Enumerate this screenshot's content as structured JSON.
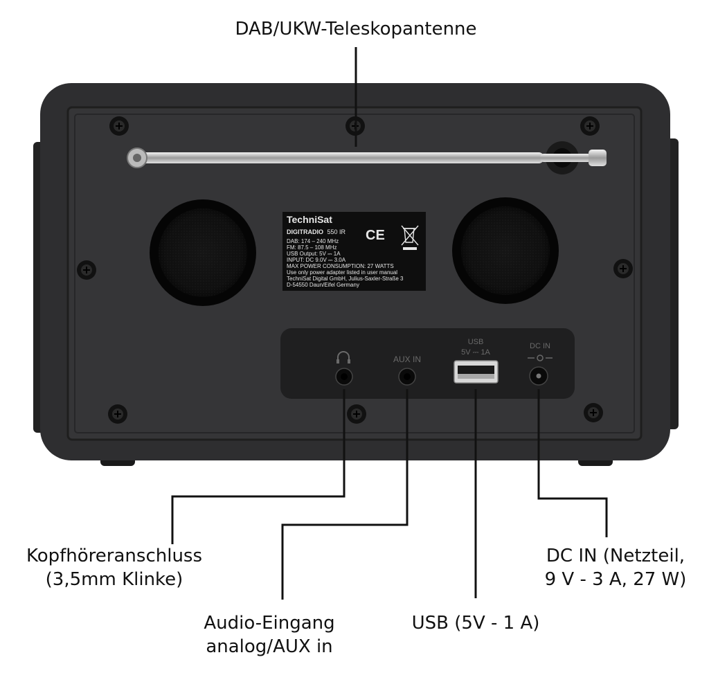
{
  "callouts": {
    "antenna": "DAB/UKW-Teleskopantenne",
    "headphone": {
      "line1": "Kopfhöreranschluss",
      "line2": "(3,5mm Klinke)"
    },
    "aux": {
      "line1": "Audio-Eingang",
      "line2": "analog/AUX in"
    },
    "usb": "USB (5V - 1 A)",
    "dcin": {
      "line1": "DC IN (Netzteil,",
      "line2": "9 V - 3 A, 27 W)"
    }
  },
  "rating_label": {
    "brand": "TechniSat",
    "model_bold": "DIGITRADIO",
    "model_rest": "550 IR",
    "lines": [
      "DAB: 174 – 240 MHz",
      "FM: 87.5 – 108 MHz",
      "USB Output: 5V ⎓ 1A",
      "INPUT: DC 9.0V ⎓ 3.0A",
      "MAX POWER CONSUMPTION: 27 WATTS",
      "Use only power adapter listed in user manual",
      "TechniSat Digital GmbH, Julius-Saxler-Straße 3",
      "D-54550 Daun/Eifel Germany"
    ],
    "ce_mark": "CE"
  },
  "port_panel": {
    "headphone_icon": "headphone-icon",
    "aux_label": "AUX IN",
    "usb_label_1": "USB",
    "usb_label_2": "5V ⎓ 1A",
    "dc_label": "DC IN"
  },
  "colors": {
    "body": "#2e2e30",
    "panel": "#3a3a3c",
    "label_bg": "#0e0e0e",
    "line": "#111111"
  }
}
